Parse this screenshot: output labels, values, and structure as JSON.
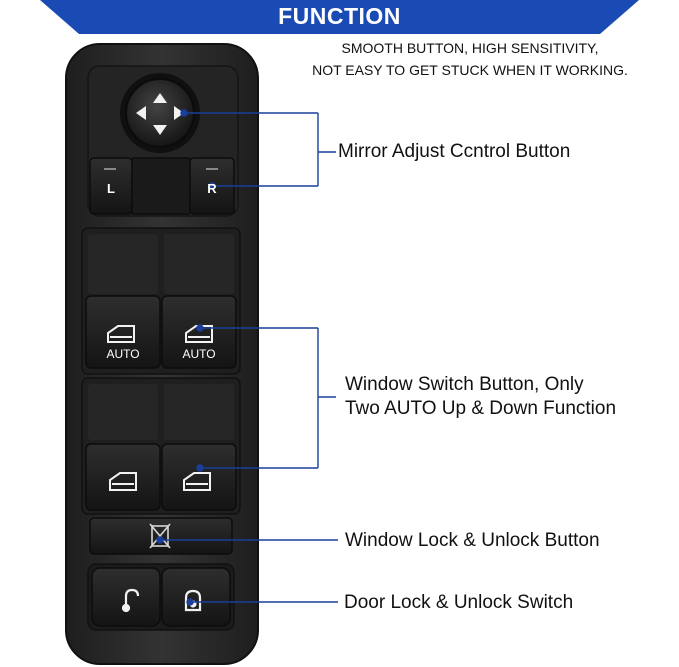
{
  "header": {
    "title": "FUNCTION",
    "subtitle_line1": "SMOOTH BUTTON, HIGH SENSITIVITY,",
    "subtitle_line2": "NOT EASY TO GET STUCK WHEN IT WORKING."
  },
  "switch": {
    "mirror_left_label": "L",
    "mirror_right_label": "R",
    "auto_label_left": "AUTO",
    "auto_label_right": "AUTO"
  },
  "callouts": {
    "mirror": "Mirror Adjust Ccntrol Button",
    "window_line1": "Window Switch Button, Only",
    "window_line2": "Two AUTO Up & Down Function",
    "window_lock": "Window Lock & Unlock Button",
    "door_lock": "Door Lock & Unlock Switch"
  },
  "colors": {
    "banner": "#1a4bb5",
    "callout_line": "#1a3f9a",
    "switch_body": "#2a2a2a",
    "button": "#1c1c1c"
  }
}
